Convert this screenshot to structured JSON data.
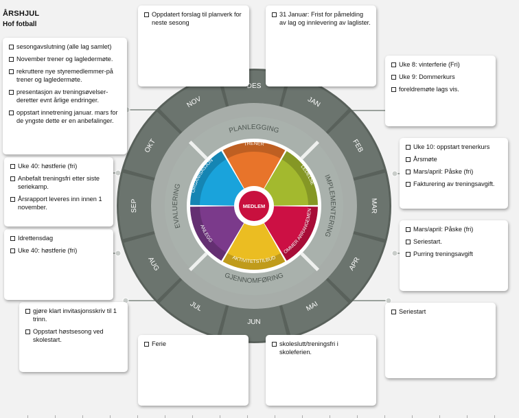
{
  "header": {
    "title": "ÅRSHJUL",
    "subtitle": "Hof fotball"
  },
  "months": [
    "DES",
    "JAN",
    "FEB",
    "MAR",
    "APR",
    "MAI",
    "JUN",
    "JUL",
    "AUG",
    "SEP",
    "OKT",
    "NOV"
  ],
  "phases": [
    "PLANLEGGING",
    "IMPLEMENTERING",
    "GJENNOMFØRING",
    "EVALUERING"
  ],
  "segments": [
    "TRENER",
    "LEDELSE",
    "DOMMER ARRANGEMENT",
    "AKTIVITETSTILBUD",
    "ANLEGG",
    "ORGANISASJON"
  ],
  "center_label": "MEDLEM",
  "colors": {
    "ring": "#6b746e",
    "ring_dark": "#59615b",
    "ring_light": "#a7ada9",
    "phase_band": "#a9b1ac",
    "phase_text": "#4d5651",
    "trener": "#e8742a",
    "ledelse": "#a3b92e",
    "dommer": "#cc1044",
    "aktivitet": "#ebbd22",
    "anlegg": "#7b3a8b",
    "organisasjon": "#1aa3db",
    "center": "#c8103e"
  },
  "cards": {
    "des": [
      "Oppdatert forslag til planverk for neste sesong"
    ],
    "jan": [
      "31 Januar: Frist for påmelding av lag og innlevering av laglister."
    ],
    "feb": [
      "Uke 8: vinterferie (Fri)",
      "Uke 9: Dommerkurs",
      "foreldremøte lags vis."
    ],
    "mar": [
      "Uke 10: oppstart trenerkurs",
      "Årsmøte",
      "Mars/april: Påske (fri)",
      "Fakturering av treningsavgift."
    ],
    "apr": [
      "Mars/april: Påske (fri)",
      "Seriestart.",
      "Purring treningsavgift"
    ],
    "mai": [
      "Seriestart"
    ],
    "jun": [
      "skoleslutt/treningsfri i skoleferien."
    ],
    "jul": [
      "Ferie"
    ],
    "aug": [
      "gjøre klart invitasjonsskriv til 1 trinn.",
      "Oppstart høstsesong ved skolestart."
    ],
    "sep": [
      "Idrettensdag",
      "Uke 40: høstferie (fri)"
    ],
    "okt": [
      "Uke 40: høstferie (fri)",
      "Anbefalt treningsfri etter siste seriekamp.",
      "Årsrapport leveres inn innen 1 november."
    ],
    "nov": [
      "sesongavslutning (alle lag samlet)",
      "November trener og lagledermøte.",
      "rekruttere nye styremedlemmer-på trener og lagledermøte.",
      "presentasjon av treningsøvelser-deretter evnt årlige endringer.",
      "oppstart innetrening januar. mars for de yngste dette er en anbefalinger."
    ]
  }
}
